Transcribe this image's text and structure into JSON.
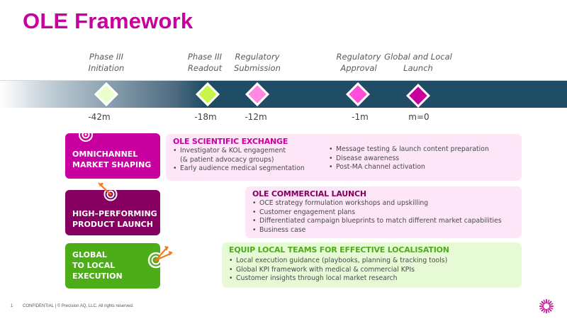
{
  "slide": {
    "title": "OLE Framework",
    "colors": {
      "title": "#c8009e",
      "band": "#1f4d66",
      "pillar_omnichannel": "#c800a0",
      "pillar_launch": "#850060",
      "pillar_global": "#4cad18",
      "card_pink_bg": "#fde6f7",
      "card_green_bg": "#e6fad6",
      "heading_omnichannel": "#c800a0",
      "heading_launch": "#850060",
      "heading_global": "#4cad18",
      "arrow": "#f07a22"
    }
  },
  "timeline": {
    "milestones": [
      {
        "label_line1": "Phase III",
        "label_line2": "Initiation",
        "time": "-42m",
        "color": "#eaffcc"
      },
      {
        "label_line1": "Phase III",
        "label_line2": "Readout",
        "time": "-18m",
        "color": "#c8f54a"
      },
      {
        "label_line1": "Regulatory",
        "label_line2": "Submission",
        "time": "-12m",
        "color": "#ff8ae0"
      },
      {
        "label_line1": "Regulatory",
        "label_line2": "Approval",
        "time": "-1m",
        "color": "#ff4fd8"
      },
      {
        "label_line1": "Global and Local",
        "label_line2": "Launch",
        "time": "m=0",
        "color": "#c8009e"
      }
    ]
  },
  "pillars": [
    {
      "line1": "OMNICHANNEL",
      "line2": "MARKET SHAPING",
      "line3": "",
      "icon": "target-icon"
    },
    {
      "line1": "HIGH–PERFORMING",
      "line2": "PRODUCT LAUNCH",
      "line3": "",
      "icon": "target-with-arrow-icon"
    },
    {
      "line1": "GLOBAL",
      "line2": "TO LOCAL",
      "line3": "EXECUTION",
      "icon": "target-with-arrows-icon"
    }
  ],
  "cards": {
    "scientific": {
      "heading": "OLE SCIENTIFIC EXCHANGE",
      "col1": [
        "Investigator & KOL engagement",
        "(& patient advocacy groups)",
        "Early audience medical segmentation"
      ],
      "col2": [
        "Message testing & launch content preparation",
        "Disease awareness",
        "Post-MA channel activation"
      ]
    },
    "commercial": {
      "heading": "OLE COMMERCIAL LAUNCH",
      "items": [
        "OCE strategy formulation workshops and upskilling",
        "Customer engagement plans",
        "Differentiated campaign blueprints to match different market capabilities",
        "Business case"
      ]
    },
    "local": {
      "heading": "EQUIP LOCAL TEAMS FOR EFFECTIVE LOCALISATION",
      "items": [
        "Local execution guidance (playbooks, planning & tracking tools)",
        "Global KPI framework with medical & commercial KPIs",
        "Customer insights through local market research"
      ]
    }
  },
  "footer": {
    "page_number": "1",
    "text": "CONFIDENTIAL  | © Precision AQ, LLC.  All rights reserved.",
    "logo": "sunburst-logo-icon"
  }
}
